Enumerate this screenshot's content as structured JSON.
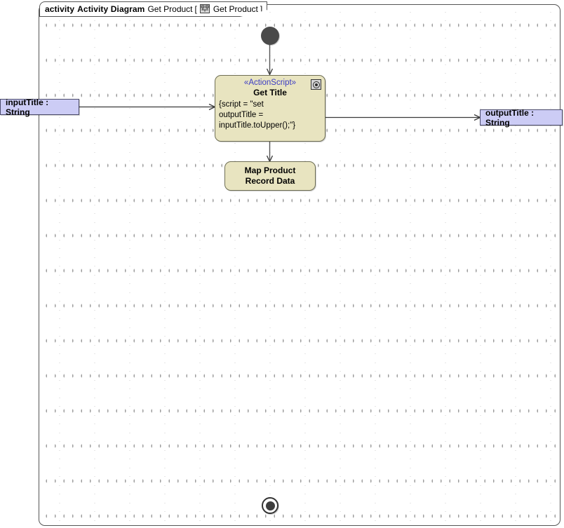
{
  "frame": {
    "keyword": "activity",
    "diagram_kind": "Activity Diagram",
    "name": "Get Product",
    "bracket_open": "[",
    "context": "Get Product",
    "bracket_close": "]",
    "icon": "activity-diagram-icon"
  },
  "nodes": {
    "initial": {
      "name": "initial-node",
      "shape": "filled-circle",
      "color": "#4a4a4a"
    },
    "action_get_title": {
      "stereotype": "«ActionScript»",
      "title": "Get Title",
      "body": "{script = \"set\noutputTitle =\ninputTitle.toUpper();\"}",
      "icon": "script-marker-icon",
      "fill": "#e8e4c0",
      "border": "#6f6f55",
      "stereotype_color": "#3b3bc4"
    },
    "action_map_product": {
      "title_line1": "Map Product",
      "title_line2": "Record Data",
      "fill": "#e8e4c0",
      "border": "#6f6f55"
    },
    "input_param": {
      "label": "inputTitle : String",
      "fill": "#ccccf5",
      "border": "#4a4a6a"
    },
    "output_param": {
      "label": "outputTitle : String",
      "fill": "#ccccf5",
      "border": "#4a4a6a"
    },
    "final": {
      "name": "activity-final-node",
      "shape": "bullseye",
      "color": "#3d3d3d"
    }
  },
  "edges": [
    {
      "name": "flow-initial-to-get-title",
      "from": "initial",
      "to": "action_get_title"
    },
    {
      "name": "flow-input-to-get-title",
      "from": "input_param",
      "to": "action_get_title"
    },
    {
      "name": "flow-get-title-to-output",
      "from": "action_get_title",
      "to": "output_param"
    },
    {
      "name": "flow-get-title-to-map-product",
      "from": "action_get_title",
      "to": "action_map_product"
    }
  ]
}
